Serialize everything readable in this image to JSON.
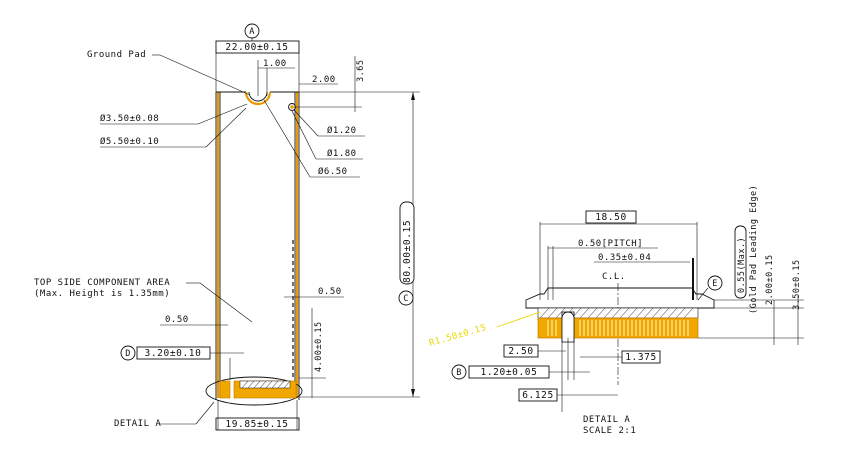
{
  "left_view": {
    "datum_a": "A",
    "dim_width": "22.00±0.15",
    "ground_pad": "Ground Pad",
    "dim_1_00": "1.00",
    "dim_2_00": "2.00",
    "dim_3_65": "3.65",
    "dim_dia_3_50": "Ø3.50±0.08",
    "dim_dia_5_50": "Ø5.50±0.10",
    "dim_dia_1_20": "Ø1.20",
    "dim_dia_1_80": "Ø1.80",
    "dim_dia_6_50": "Ø6.50",
    "datum_c": "C",
    "dim_length": "80.00±0.15",
    "component_area_line1": "TOP SIDE COMPONENT AREA",
    "component_area_line2": "(Max. Height is 1.35mm)",
    "dim_0_50_right": "0.50",
    "dim_0_50_left": "0.50",
    "dim_4_00": "4.00±0.15",
    "datum_d": "D",
    "dim_3_20": "3.20±0.10",
    "detail_a_label": "DETAIL A",
    "dim_19_85": "19.85±0.15"
  },
  "right_view": {
    "dim_18_50": "18.50",
    "dim_pitch": "0.50[PITCH]",
    "dim_0_35": "0.35±0.04",
    "cl": "C.L.",
    "datum_e": "E",
    "dim_0_55": "0.55(Max.)",
    "gold_pad_note": "(Gold Pad Leading Edge)",
    "dim_2_00": "2.00±0.15",
    "dim_3_50": "3.50±0.15",
    "dim_yellow": "R1.50±0.15",
    "dim_2_50": "2.50",
    "dim_1_375": "1.375",
    "datum_b": "B",
    "dim_1_20": "1.20±0.05",
    "dim_6_125": "6.125",
    "detail_title": "DETAIL A",
    "detail_scale": "SCALE 2:1"
  }
}
